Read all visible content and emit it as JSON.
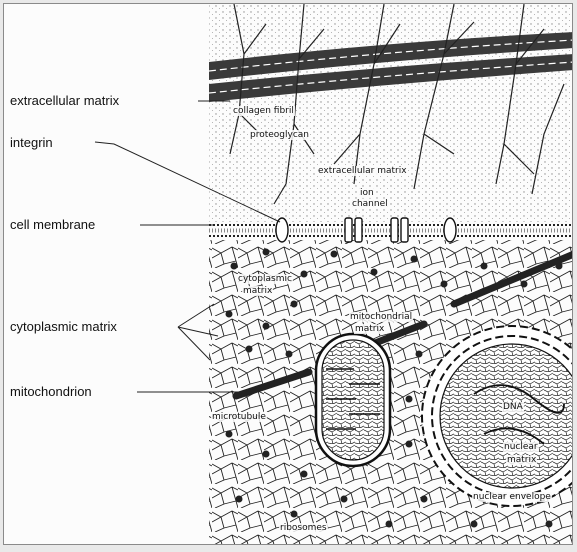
{
  "figure": {
    "left_labels": {
      "extracellular_matrix": "extracellular matrix",
      "integrin": "integrin",
      "cell_membrane": "cell membrane",
      "cytoplasmic_matrix": "cytoplasmic matrix",
      "mitochondrion": "mitochondrion"
    },
    "inner_labels": {
      "collagen_fibril": "collagen  fibril",
      "proteoglycan": "proteoglycan",
      "extracellular_matrix": "extracellular  matrix",
      "ion": "ion",
      "channel": "channel",
      "cytoplasmic": "cytoplasmic",
      "matrix_1": "matrix",
      "mitochondrial": "mitochondrial",
      "matrix_2": "matrix",
      "microtubule": "microtubule",
      "dna": "DNA",
      "nuclear": "nuclear",
      "matrix_3": "matrix",
      "nuclear_envelope": "nuclear  envelope",
      "ribosomes": "ribosomes"
    }
  }
}
